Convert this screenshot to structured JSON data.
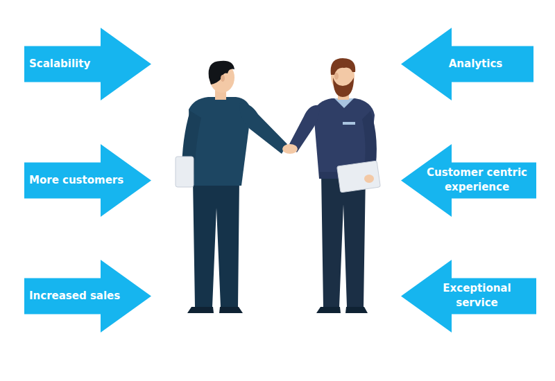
{
  "diagram": {
    "nodes": [
      {
        "text": [
          "Scalability"
        ]
      },
      {
        "text": [
          "Analytics"
        ]
      },
      {
        "text": [
          "More customers"
        ]
      },
      {
        "text": [
          "Customer centric experience"
        ]
      },
      {
        "text": [
          "Increased sales"
        ]
      },
      {
        "text": [
          "Exceptional service"
        ]
      }
    ]
  }
}
